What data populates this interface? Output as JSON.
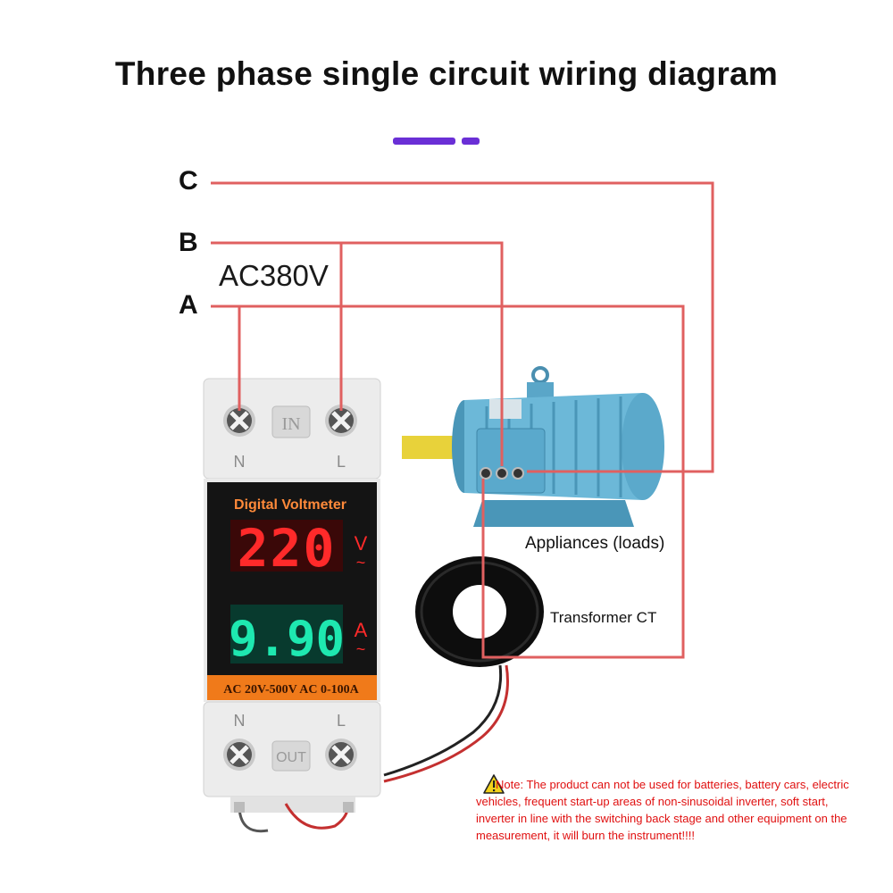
{
  "title": "Three phase single circuit wiring diagram",
  "accent_color": "#6a2fd6",
  "wire_color": "#e06060",
  "phases": {
    "c": "C",
    "b": "B",
    "a": "A"
  },
  "voltage_label": "AC380V",
  "breaker": {
    "in_label": "IN",
    "out_label": "OUT",
    "top_n": "N",
    "top_l": "L",
    "bottom_n": "N",
    "bottom_l": "L"
  },
  "meter": {
    "title": "Digital Voltmeter",
    "voltage_value": "220",
    "voltage_unit": "V",
    "current_value": "9.90",
    "current_unit": "A",
    "range": "AC 20V-500V AC 0-100A"
  },
  "loads_label": "Appliances (loads)",
  "ct_label": "Transformer CT",
  "note": "Note: The product can not be used for batteries, battery cars, electric vehicles, frequent start-up areas of non-sinusoidal inverter, soft start, inverter in line with the switching back stage and other equipment on the measurement, it will burn the instrument!!!!"
}
